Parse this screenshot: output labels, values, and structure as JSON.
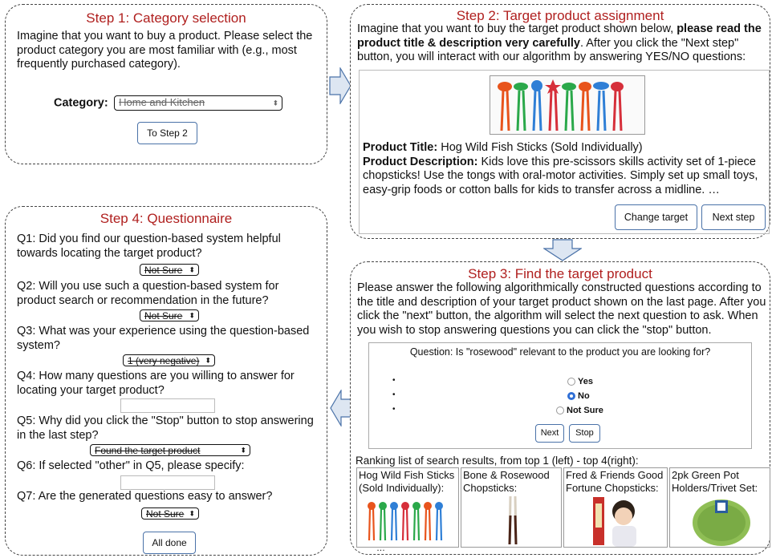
{
  "step1": {
    "title": "Step 1: Category selection",
    "text": "Imagine that you want to buy a product. Please select the product category you are most familiar with (e.g., most frequently purchased category).",
    "category_label": "Category:",
    "category_value": "Home and Kitchen",
    "button": "To Step 2"
  },
  "step2": {
    "title": "Step 2: Target product assignment",
    "intro_a": "Imagine that you want to buy the target product shown below, ",
    "intro_bold": "please read the product title & description very carefully",
    "intro_b": ". After you click the \"Next step\" button, you will interact with our algorithm by answering YES/NO questions:",
    "product_title_label": "Product Title:",
    "product_title": "Hog Wild Fish Sticks (Sold Individually)",
    "product_desc_label": "Product Description:",
    "product_desc": "Kids love this pre-scissors skills activity set of 1-piece chopsticks! Use the tongs with oral-motor activities. Simply set up small toys, easy-grip foods or cotton balls for kids to transfer across a midline. …",
    "change_button": "Change target",
    "next_button": "Next step"
  },
  "step3": {
    "title": "Step 3: Find the target product",
    "text": "Please answer the following algorithmically constructed questions according to the title and description of your target product shown on the last page. After you click the \"next\" button, the algorithm will select the next question to ask. When you wish to stop answering questions you can click the \"stop\" button.",
    "question": "Question: Is \"rosewood\" relevant to the product you are looking for?",
    "options": [
      "Yes",
      "No",
      "Not Sure"
    ],
    "selected": "No",
    "next_button": "Next",
    "stop_button": "Stop",
    "ranking_label": "Ranking list of search results, from top 1 (left) - top 4(right):",
    "results": [
      "Hog Wild Fish Sticks (Sold Individually):",
      "Bone & Rosewood Chopsticks:",
      "Fred & Friends Good Fortune Chopsticks:",
      "2pk Green Pot Holders/Trivet Set:"
    ],
    "ellipsis": "…"
  },
  "step4": {
    "title": "Step 4: Questionnaire",
    "q1": "Q1: Did you find our question-based system helpful towards locating the target product?",
    "q1_value": "Not Sure",
    "q2": "Q2: Will you use such a question-based system for product search or recommendation in the future?",
    "q2_value": "Not Sure",
    "q3": "Q3: What was your experience using the question-based system?",
    "q3_value": "1 (very negative)",
    "q4": "Q4: How many questions are you willing to answer for locating your target product?",
    "q5": "Q5: Why did you click the \"Stop\" button to stop answering in the last step?",
    "q5_value": "Found the target product",
    "q6": "Q6: If selected \"other\" in Q5, please specify:",
    "q7": "Q7: Are the generated questions easy to answer?",
    "q7_value": "Not Sure",
    "button": "All done"
  },
  "colors": {
    "title": "#b0201f",
    "radio_on": "#2f6fd6",
    "arrow_fill": "#dde6f2",
    "arrow_stroke": "#4a72a8"
  }
}
